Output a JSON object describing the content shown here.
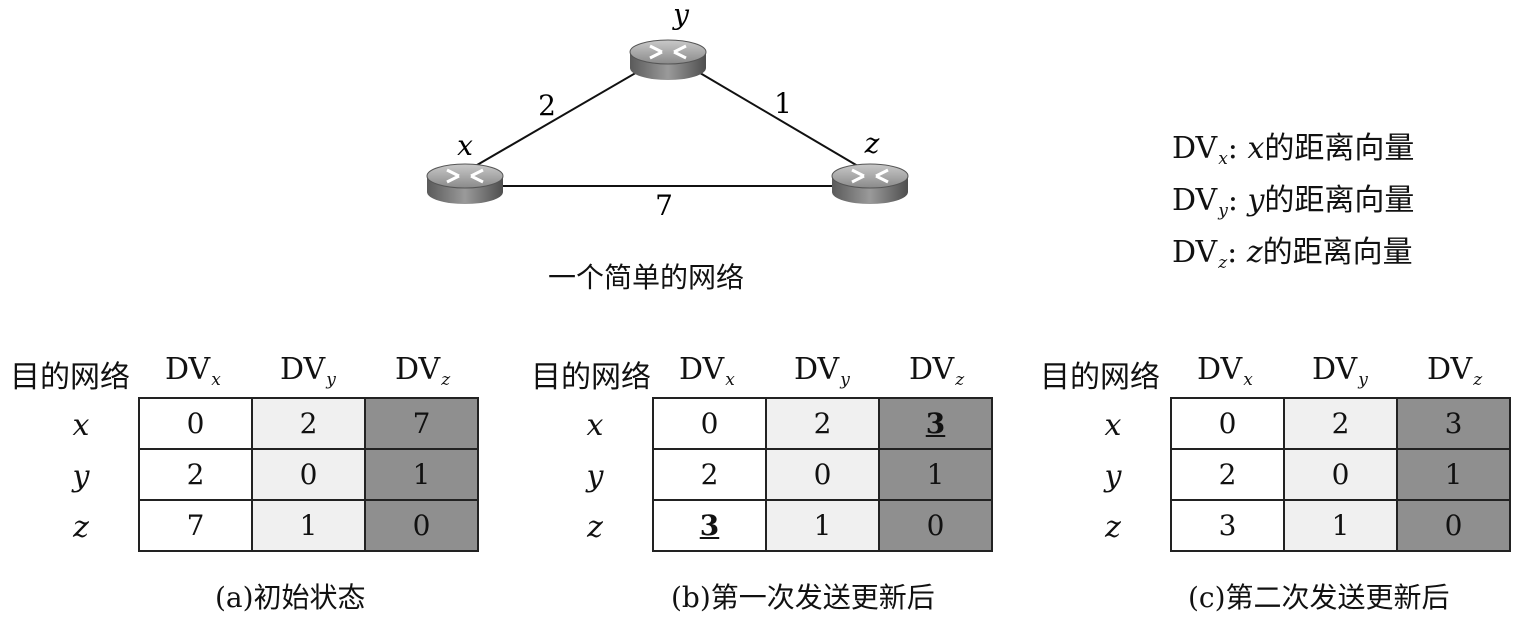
{
  "network": {
    "caption": "一个简单的网络",
    "nodes": [
      {
        "id": "x",
        "label": "x"
      },
      {
        "id": "y",
        "label": "y"
      },
      {
        "id": "z",
        "label": "z"
      }
    ],
    "links": [
      {
        "from": "x",
        "to": "y",
        "cost": "2"
      },
      {
        "from": "y",
        "to": "z",
        "cost": "1"
      },
      {
        "from": "x",
        "to": "z",
        "cost": "7"
      }
    ]
  },
  "legend": [
    {
      "dv": "DV",
      "sub": "x",
      "sep": ": ",
      "var": "x",
      "text": "的距离向量"
    },
    {
      "dv": "DV",
      "sub": "y",
      "sep": ": ",
      "var": "y",
      "text": "的距离向量"
    },
    {
      "dv": "DV",
      "sub": "z",
      "sep": ": ",
      "var": "z",
      "text": "的距离向量"
    }
  ],
  "tables": [
    {
      "header": "目的网络",
      "columns": [
        {
          "dv": "DV",
          "sub": "x"
        },
        {
          "dv": "DV",
          "sub": "y"
        },
        {
          "dv": "DV",
          "sub": "z"
        }
      ],
      "rows": [
        {
          "dest": "x",
          "cells": [
            {
              "v": "0"
            },
            {
              "v": "2"
            },
            {
              "v": "7"
            }
          ]
        },
        {
          "dest": "y",
          "cells": [
            {
              "v": "2"
            },
            {
              "v": "0"
            },
            {
              "v": "1"
            }
          ]
        },
        {
          "dest": "z",
          "cells": [
            {
              "v": "7"
            },
            {
              "v": "1"
            },
            {
              "v": "0"
            }
          ]
        }
      ],
      "caption": "(a)初始状态"
    },
    {
      "header": "目的网络",
      "columns": [
        {
          "dv": "DV",
          "sub": "x"
        },
        {
          "dv": "DV",
          "sub": "y"
        },
        {
          "dv": "DV",
          "sub": "z"
        }
      ],
      "rows": [
        {
          "dest": "x",
          "cells": [
            {
              "v": "0"
            },
            {
              "v": "2"
            },
            {
              "v": "3",
              "updated": true
            }
          ]
        },
        {
          "dest": "y",
          "cells": [
            {
              "v": "2"
            },
            {
              "v": "0"
            },
            {
              "v": "1"
            }
          ]
        },
        {
          "dest": "z",
          "cells": [
            {
              "v": "3",
              "updated": true
            },
            {
              "v": "1"
            },
            {
              "v": "0"
            }
          ]
        }
      ],
      "caption": "(b)第一次发送更新后"
    },
    {
      "header": "目的网络",
      "columns": [
        {
          "dv": "DV",
          "sub": "x"
        },
        {
          "dv": "DV",
          "sub": "y"
        },
        {
          "dv": "DV",
          "sub": "z"
        }
      ],
      "rows": [
        {
          "dest": "x",
          "cells": [
            {
              "v": "0"
            },
            {
              "v": "2"
            },
            {
              "v": "3"
            }
          ]
        },
        {
          "dest": "y",
          "cells": [
            {
              "v": "2"
            },
            {
              "v": "0"
            },
            {
              "v": "1"
            }
          ]
        },
        {
          "dest": "z",
          "cells": [
            {
              "v": "3"
            },
            {
              "v": "1"
            },
            {
              "v": "0"
            }
          ]
        }
      ],
      "caption": "(c)第二次发送更新后"
    }
  ]
}
